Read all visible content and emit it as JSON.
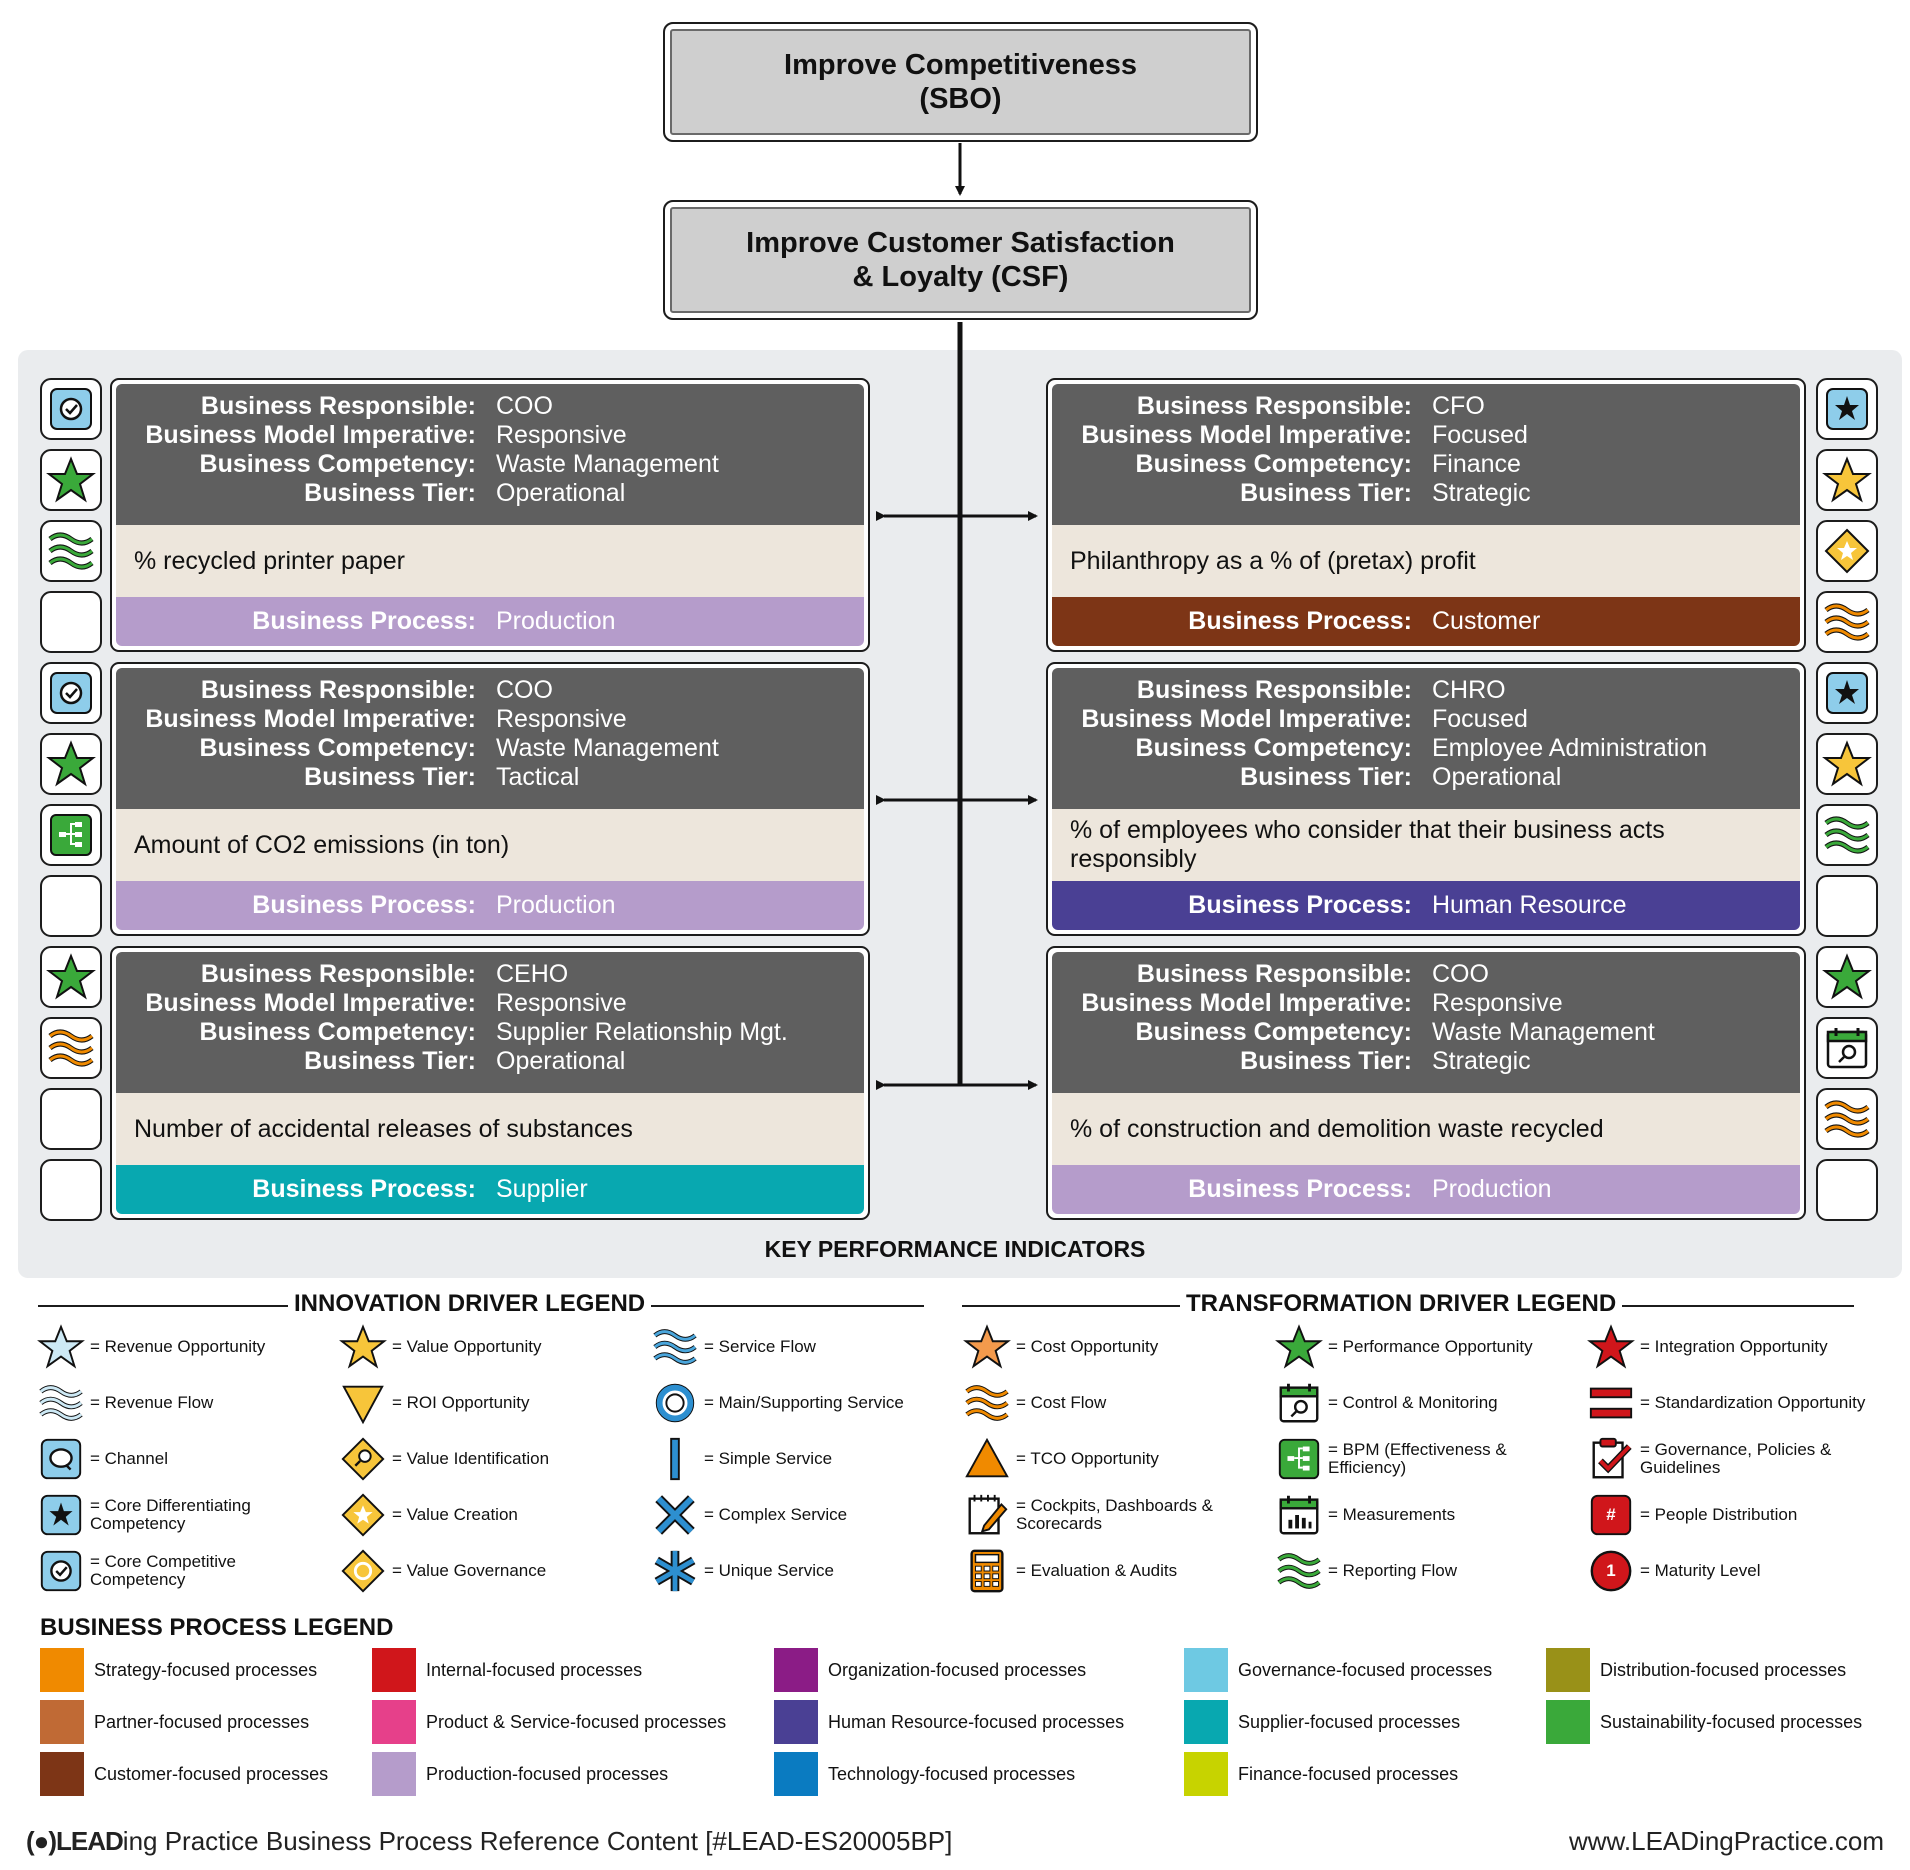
{
  "sbo": {
    "line1": "Improve Competitiveness",
    "line2": "(SBO)"
  },
  "csf": {
    "line1": "Improve Customer Satisfaction",
    "line2": "& Loyalty (CSF)"
  },
  "labels": {
    "responsible": "Business Responsible:",
    "imperative": "Business Model Imperative:",
    "competency": "Business Competency:",
    "tier": "Business Tier:",
    "process": "Business Process:"
  },
  "kpi_title": "KEY PERFORMANCE INDICATORS",
  "cards": [
    {
      "responsible": "COO",
      "imperative": "Responsive",
      "competency": "Waste Management",
      "tier": "Operational",
      "kpi": "% recycled printer paper",
      "process": "Production",
      "process_color": "#b59ccb"
    },
    {
      "responsible": "CFO",
      "imperative": "Focused",
      "competency": "Finance",
      "tier": "Strategic",
      "kpi": "Philanthropy as a % of (pretax) profit",
      "process": "Customer",
      "process_color": "#7d3516"
    },
    {
      "responsible": "COO",
      "imperative": "Responsive",
      "competency": "Waste Management",
      "tier": "Tactical",
      "kpi": "Amount of CO2 emissions (in ton)",
      "process": "Production",
      "process_color": "#b59ccb"
    },
    {
      "responsible": "CHRO",
      "imperative": "Focused",
      "competency": "Employee Administration",
      "tier": "Operational",
      "kpi": "% of employees who consider that their business acts responsibly",
      "process": "Human Resource",
      "process_color": "#4a4094"
    },
    {
      "responsible": "CEHO",
      "imperative": "Responsive",
      "competency": "Supplier Relationship Mgt.",
      "tier": "Operational",
      "kpi": "Number of accidental releases of substances",
      "process": "Supplier",
      "process_color": "#08a8b0"
    },
    {
      "responsible": "COO",
      "imperative": "Responsive",
      "competency": "Waste Management",
      "tier": "Strategic",
      "kpi": "% of construction and demolition waste recycled",
      "process": "Production",
      "process_color": "#b59ccb"
    }
  ],
  "side_icons": {
    "left_1": [
      "core-competitive-icon",
      "performance-star-icon",
      "reporting-flow-icon",
      "empty"
    ],
    "right_1": [
      "core-differentiating-icon",
      "value-star-icon",
      "value-creation-icon",
      "cost-flow-icon"
    ],
    "left_2": [
      "core-competitive-icon",
      "performance-star-icon",
      "bpm-icon",
      "empty"
    ],
    "right_2": [
      "core-differentiating-icon",
      "value-star-icon",
      "reporting-flow-icon",
      "empty"
    ],
    "left_3": [
      "performance-star-icon",
      "cost-flow-icon",
      "empty",
      "empty"
    ],
    "right_3": [
      "performance-star-icon",
      "control-monitoring-icon",
      "cost-flow-icon",
      "empty"
    ]
  },
  "innovation_legend": {
    "title": "INNOVATION DRIVER LEGEND",
    "items": [
      "= Revenue Opportunity",
      "= Value Opportunity",
      "= Service Flow",
      "= Revenue Flow",
      "= ROI Opportunity",
      "= Main/Supporting Service",
      "= Channel",
      "= Value Identification",
      "= Simple Service",
      "= Core Differentiating Competency",
      "= Value Creation",
      "= Complex Service",
      "= Core Competitive Competency",
      "= Value Governance",
      "= Unique Service"
    ]
  },
  "transformation_legend": {
    "title": "TRANSFORMATION DRIVER LEGEND",
    "items": [
      "= Cost Opportunity",
      "= Performance Opportunity",
      "= Integration Opportunity",
      "= Cost Flow",
      "= Control & Monitoring",
      "= Standardization Opportunity",
      "= TCO Opportunity",
      "= BPM (Effectiveness & Efficiency)",
      "= Governance, Policies & Guidelines",
      "= Cockpits, Dashboards & Scorecards",
      "= Measurements",
      "= People Distribution",
      "= Evaluation & Audits",
      "= Reporting Flow",
      "= Maturity Level"
    ],
    "maturity_number": "1",
    "people_symbol": "#"
  },
  "bp_legend": {
    "title": "BUSINESS PROCESS LEGEND",
    "items": [
      {
        "label": "Strategy-focused processes",
        "color": "#f08a00"
      },
      {
        "label": "Partner-focused processes",
        "color": "#c06a35"
      },
      {
        "label": "Customer-focused processes",
        "color": "#7d3516"
      },
      {
        "label": "Internal-focused processes",
        "color": "#d0161b"
      },
      {
        "label": "Product & Service-focused processes",
        "color": "#e6408a"
      },
      {
        "label": "Production-focused processes",
        "color": "#b59ccb"
      },
      {
        "label": "Organization-focused processes",
        "color": "#8b1c86"
      },
      {
        "label": "Human Resource-focused processes",
        "color": "#4a4094"
      },
      {
        "label": "Technology-focused processes",
        "color": "#0a7bc1"
      },
      {
        "label": "Governance-focused processes",
        "color": "#6ec9e3"
      },
      {
        "label": "Supplier-focused processes",
        "color": "#08a8b0"
      },
      {
        "label": "Finance-focused processes",
        "color": "#c7d300"
      },
      {
        "label": "Distribution-focused processes",
        "color": "#999118"
      },
      {
        "label": "Sustainability-focused processes",
        "color": "#3aa93a"
      }
    ]
  },
  "footer": {
    "logo": "(●)LEAD",
    "left": "ing Practice Business Process Reference Content [#LEAD-ES20005BP]",
    "right": "www.LEADingPractice.com"
  }
}
